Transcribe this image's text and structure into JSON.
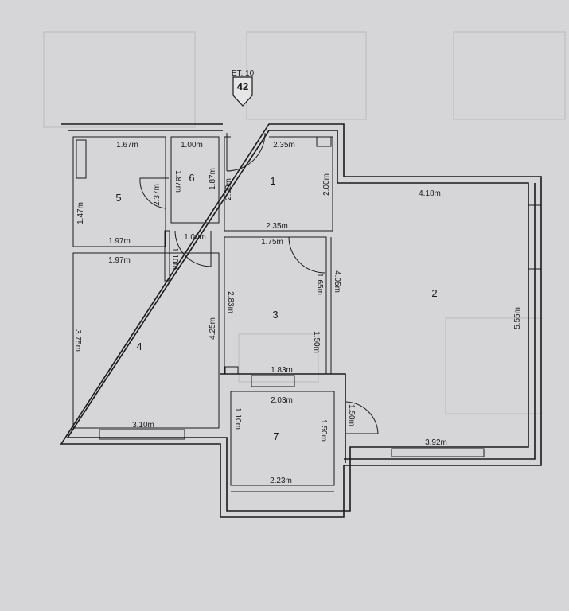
{
  "marker": {
    "level": "ET. 10",
    "number": "42"
  },
  "rooms": [
    "1",
    "2",
    "3",
    "4",
    "5",
    "6",
    "7"
  ],
  "dims": {
    "r5_top": "1.67m",
    "r5_left": "1.47m",
    "r5_right": "2.37m",
    "r5_bottom": "1.97m",
    "r6_top": "1.00m",
    "r6_left": "1.87m",
    "r6_right": "1.87m",
    "r6_bottom": "1.00m",
    "r6_side": "1.10m",
    "r1_top": "2.35m",
    "r1_left": "2.00m",
    "r1_right": "2.00m",
    "r1_bottom": "2.35m",
    "r2_top": "4.18m",
    "r2_right": "5.55m",
    "r2_bottom": "3.92m",
    "r2_door": "1.50m",
    "r3_top": "1.75m",
    "r3_left": "2.83m",
    "r3_right_a": "1.65m",
    "r3_right_b": "4.05m",
    "r3_right_c": "1.50m",
    "r3_bottom": "1.83m",
    "r4_top": "1.97m",
    "r4_left": "3.75m",
    "r4_right": "4.25m",
    "r4_bottom": "3.10m",
    "r7_top": "2.03m",
    "r7_left": "1.10m",
    "r7_right": "1.50m",
    "r7_bottom": "2.23m"
  }
}
